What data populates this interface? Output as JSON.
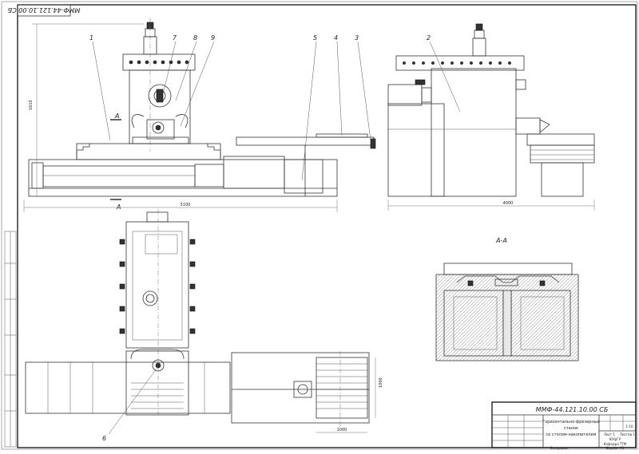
{
  "drawing": {
    "corner_code": "ММФ-44.121.10.00 СБ",
    "section_title": "А-А",
    "section_mark": "А",
    "callouts": [
      "1",
      "2",
      "3",
      "4",
      "5",
      "6",
      "7",
      "8",
      "9"
    ],
    "dimensions": {
      "height_front": "1610",
      "length_front": "5100",
      "length_side": "4000",
      "plan_width": "1000",
      "plan_height": "1000"
    }
  },
  "title_block": {
    "designation": "ММФ-44.121.10.00 СБ",
    "name_lines": [
      "Горизонтально-фрезерный",
      "станок",
      "со столом-накопителем"
    ],
    "scale": "1:10",
    "sheet": "Лист 1",
    "sheets": "Листов 1",
    "org_line1": "ЮУрГУ",
    "org_line2": "Кафедра ТТМ",
    "format": "Формат А1",
    "copied": "Копировал"
  }
}
